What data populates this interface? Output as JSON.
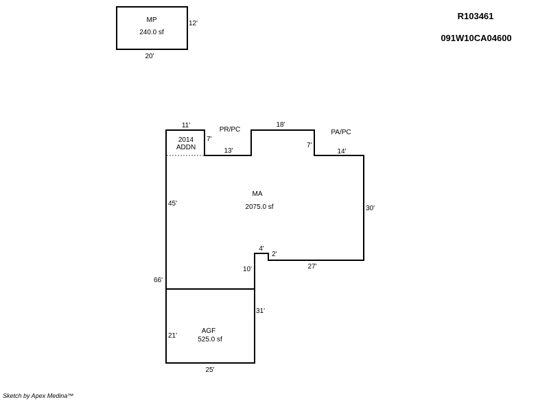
{
  "header": {
    "parcel_id": "R103461",
    "account_number": "091W10CA04600"
  },
  "areas": {
    "mp": {
      "code": "MP",
      "area": "240.0 sf",
      "dims": [
        "12'",
        "20'"
      ]
    },
    "ma": {
      "code": "MA",
      "area": "2075.0 sf"
    },
    "addn": {
      "line1": "2014",
      "line2": "ADDN"
    },
    "prpc": {
      "code": "PR/PC"
    },
    "papc": {
      "code": "PA/PC"
    },
    "agf": {
      "code": "AGF",
      "area": "525.0 sf"
    }
  },
  "dimensions": {
    "top_addn": "11'",
    "addn_side": "7'",
    "prpc_bottom": "13'",
    "top_middle": "18'",
    "papc_side": "7'",
    "papc_bottom": "14'",
    "ma_left": "45'",
    "ma_right": "30'",
    "notch_top": "4'",
    "notch_side": "2'",
    "ma_bottom": "27'",
    "ma_inner_left": "10'",
    "total_left": "66'",
    "agf_right": "31'",
    "agf_left": "21'",
    "agf_bottom": "25'"
  },
  "footer": {
    "credit": "Sketch by Apex Medina™"
  }
}
